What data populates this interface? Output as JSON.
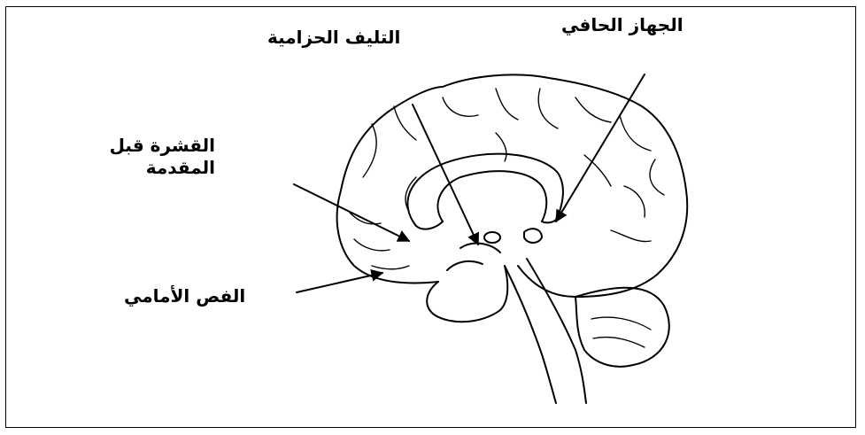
{
  "diagram": {
    "labels": {
      "cingulum": "التليف الحزامية",
      "limbic_system": "الجهاز الحافي",
      "prefrontal_cortex_line1": "القشرة قبل",
      "prefrontal_cortex_line2": "المقدمة",
      "frontal_lobe": "الفص الأمامي"
    }
  }
}
